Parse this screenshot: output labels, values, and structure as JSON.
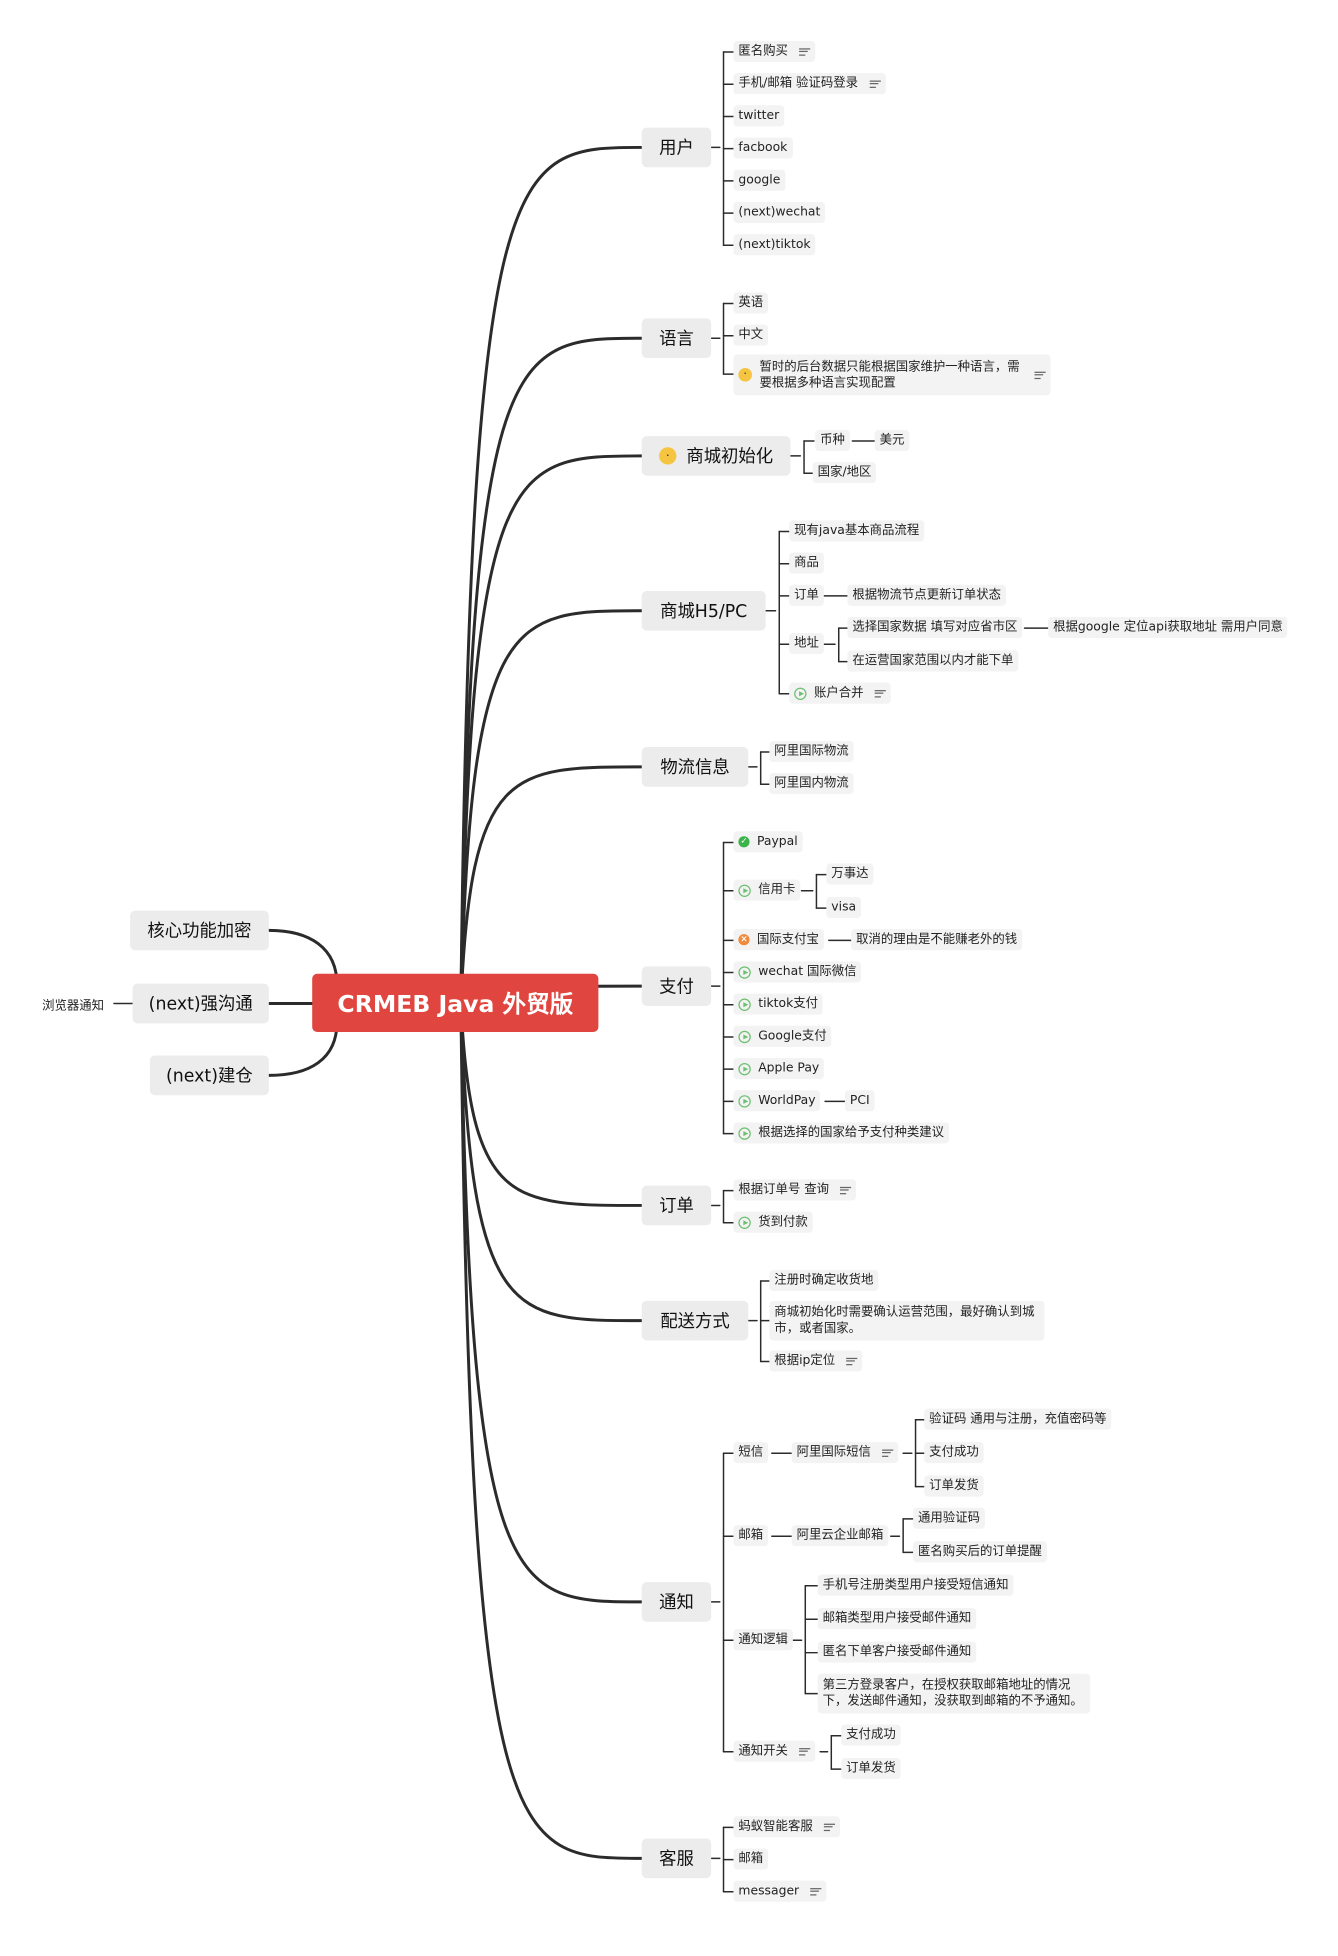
{
  "root": "CRMEB Java 外贸版",
  "left_topics": {
    "core_encrypt": "核心功能加密",
    "push": "(next)强沟通",
    "browser_notice": "浏览器通知",
    "warehouse": "(next)建仓"
  },
  "user": {
    "title": "用户",
    "items": [
      "匿名购买",
      "手机/邮箱 验证码登录",
      "twitter",
      "facbook",
      "google",
      "(next)wechat",
      "(next)tiktok"
    ]
  },
  "language": {
    "title": "语言",
    "items": [
      "英语",
      "中文",
      "暂时的后台数据只能根据国家维护一种语言，需要根据多种语言实现配置"
    ]
  },
  "init": {
    "title": "商城初始化",
    "currency": "币种",
    "usd": "美元",
    "country": "国家/地区"
  },
  "h5pc": {
    "title": "商城H5/PC",
    "flow": "现有java基本商品流程",
    "goods": "商品",
    "order": "订单",
    "order_status": "根据物流节点更新订单状态",
    "address": "地址",
    "select_country": "选择国家数据 填写对应省市区",
    "google_loc": "根据google 定位api获取地址 需用户同意",
    "in_range": "在运营国家范围以内才能下单",
    "merge": "账户合并"
  },
  "logistics": {
    "title": "物流信息",
    "intl": "阿里国际物流",
    "domestic": "阿里国内物流"
  },
  "payment": {
    "title": "支付",
    "paypal": "Paypal",
    "card": "信用卡",
    "mastercard": "万事达",
    "visa": "visa",
    "alipay": "国际支付宝",
    "alipay_reason": "取消的理由是不能赚老外的钱",
    "wechat": "wechat 国际微信",
    "tiktok": "tiktok支付",
    "google": "Google支付",
    "apple": "Apple Pay",
    "worldpay": "WorldPay",
    "pci": "PCI",
    "suggest": "根据选择的国家给予支付种类建议"
  },
  "order": {
    "title": "订单",
    "query": "根据订单号 查询",
    "cod": "货到付款"
  },
  "delivery": {
    "title": "配送方式",
    "register": "注册时确定收货地",
    "init_range": "商城初始化时需要确认运营范围，最好确认到城市，或者国家。",
    "ip": "根据ip定位"
  },
  "notice": {
    "title": "通知",
    "sms": "短信",
    "ali_sms": "阿里国际短信",
    "sms_code": "验证码 通用与注册，充值密码等",
    "pay_ok": "支付成功",
    "shipped": "订单发货",
    "mail": "邮箱",
    "ali_mail": "阿里云企业邮箱",
    "general_code": "通用验证码",
    "anon_reminder": "匿名购买后的订单提醒",
    "logic": "通知逻辑",
    "phone_users": "手机号注册类型用户接受短信通知",
    "mail_users": "邮箱类型用户接受邮件通知",
    "anon_users": "匿名下单客户接受邮件通知",
    "third_party": "第三方登录客户，在授权获取邮箱地址的情况下，发送邮件通知，没获取到邮箱的不予通知。",
    "switch": "通知开关",
    "switch_pay": "支付成功",
    "switch_ship": "订单发货"
  },
  "service": {
    "title": "客服",
    "ant": "蚂蚁智能客服",
    "mail": "邮箱",
    "messager": "messager"
  },
  "colors": {
    "root_fill": "#e0463f",
    "branch_line": "#2b2b2b",
    "topic_fill": "#ececec",
    "subtopic_fill": "#f3f3f3",
    "done_icon": "#3cb44b",
    "start_icon": "#6cc070",
    "cancel_icon": "#f08a3c"
  }
}
